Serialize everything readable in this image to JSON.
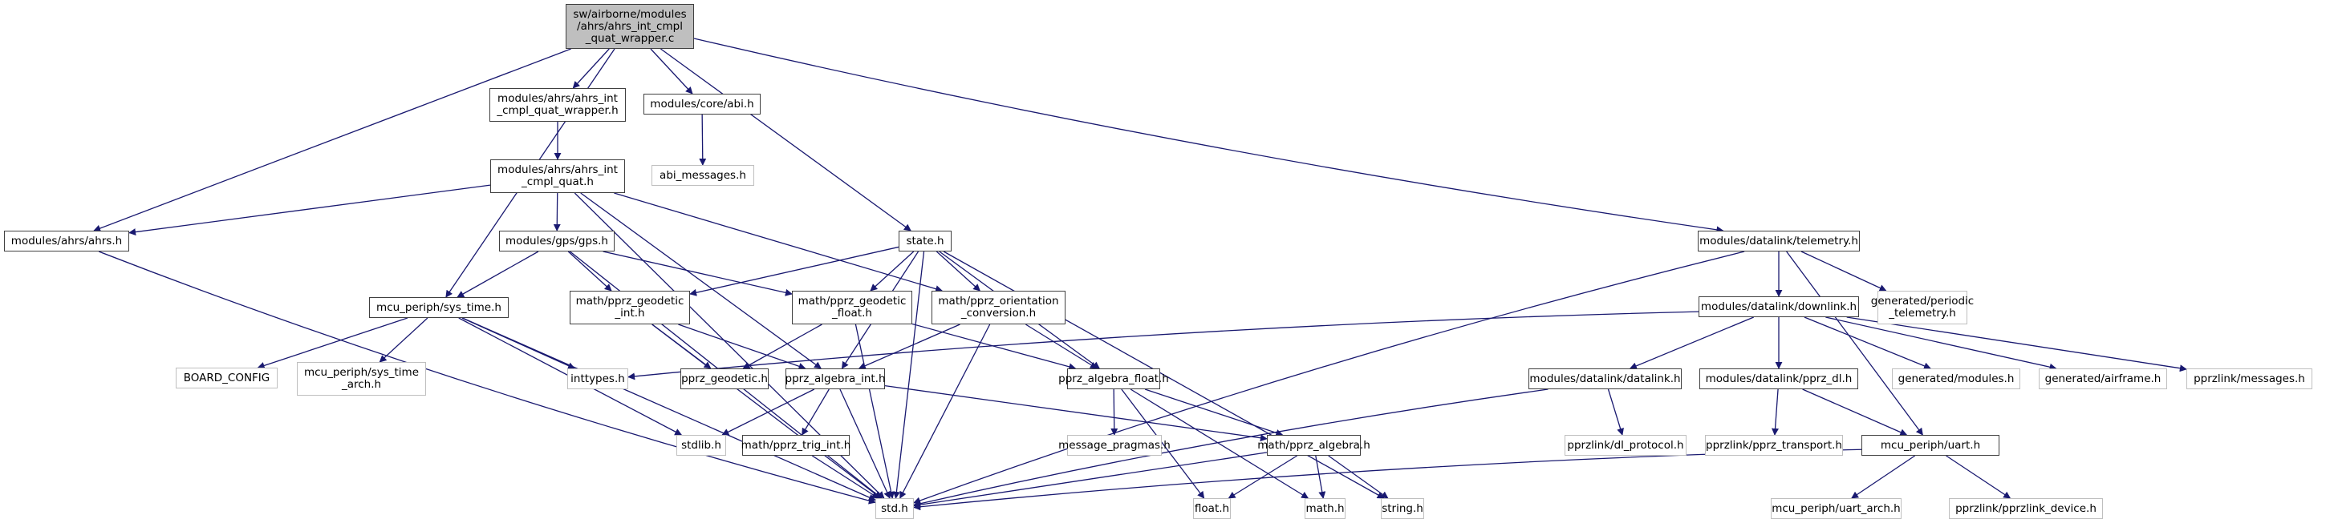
{
  "title": "sw/airborne/modules/ahrs/ahrs_int_cmpl_quat_wrapper.c",
  "colors": {
    "edge": "#191970",
    "node_border": "#404040",
    "external_border": "#bfbfbf",
    "root_fill": "#bfbfbf",
    "background": "#ffffff"
  },
  "nodes": [
    {
      "id": "root",
      "label": "sw/airborne/modules\n/ahrs/ahrs_int_cmpl\n_quat_wrapper.c",
      "kind": "root"
    },
    {
      "id": "wrapper_h",
      "label": "modules/ahrs/ahrs_int\n_cmpl_quat_wrapper.h",
      "kind": "solid"
    },
    {
      "id": "abi_h",
      "label": "modules/core/abi.h",
      "kind": "solid"
    },
    {
      "id": "abi_messages_h",
      "label": "abi_messages.h",
      "kind": "ext"
    },
    {
      "id": "cmpl_quat_h",
      "label": "modules/ahrs/ahrs_int\n_cmpl_quat.h",
      "kind": "solid"
    },
    {
      "id": "ahrs_h",
      "label": "modules/ahrs/ahrs.h",
      "kind": "solid"
    },
    {
      "id": "gps_h",
      "label": "modules/gps/gps.h",
      "kind": "solid"
    },
    {
      "id": "state_h",
      "label": "state.h",
      "kind": "solid"
    },
    {
      "id": "telemetry_h",
      "label": "modules/datalink/telemetry.h",
      "kind": "solid"
    },
    {
      "id": "sys_time_h",
      "label": "mcu_periph/sys_time.h",
      "kind": "solid"
    },
    {
      "id": "geodetic_int_h",
      "label": "math/pprz_geodetic\n_int.h",
      "kind": "solid"
    },
    {
      "id": "geodetic_float_h",
      "label": "math/pprz_geodetic\n_float.h",
      "kind": "solid"
    },
    {
      "id": "orientation_h",
      "label": "math/pprz_orientation\n_conversion.h",
      "kind": "solid"
    },
    {
      "id": "downlink_h",
      "label": "modules/datalink/downlink.h",
      "kind": "solid"
    },
    {
      "id": "periodic_tel_h",
      "label": "generated/periodic\n_telemetry.h",
      "kind": "ext"
    },
    {
      "id": "board_config",
      "label": "BOARD_CONFIG",
      "kind": "ext"
    },
    {
      "id": "sys_time_arch_h",
      "label": "mcu_periph/sys_time\n_arch.h",
      "kind": "ext"
    },
    {
      "id": "inttypes_h",
      "label": "inttypes.h",
      "kind": "ext"
    },
    {
      "id": "pprz_geodetic_h",
      "label": "pprz_geodetic.h",
      "kind": "solid"
    },
    {
      "id": "algebra_int_h",
      "label": "pprz_algebra_int.h",
      "kind": "solid"
    },
    {
      "id": "algebra_float_h",
      "label": "pprz_algebra_float.h",
      "kind": "solid"
    },
    {
      "id": "datalink_h",
      "label": "modules/datalink/datalink.h",
      "kind": "solid"
    },
    {
      "id": "pprz_dl_h",
      "label": "modules/datalink/pprz_dl.h",
      "kind": "solid"
    },
    {
      "id": "gen_modules_h",
      "label": "generated/modules.h",
      "kind": "ext"
    },
    {
      "id": "gen_airframe_h",
      "label": "generated/airframe.h",
      "kind": "ext"
    },
    {
      "id": "messages_h",
      "label": "pprzlink/messages.h",
      "kind": "ext"
    },
    {
      "id": "stdlib_h",
      "label": "stdlib.h",
      "kind": "ext"
    },
    {
      "id": "trig_int_h",
      "label": "math/pprz_trig_int.h",
      "kind": "solid"
    },
    {
      "id": "message_pragmas_h",
      "label": "message_pragmas.h",
      "kind": "ext"
    },
    {
      "id": "pprz_algebra_h",
      "label": "math/pprz_algebra.h",
      "kind": "solid"
    },
    {
      "id": "dl_protocol_h",
      "label": "pprzlink/dl_protocol.h",
      "kind": "ext"
    },
    {
      "id": "pprz_transport_h",
      "label": "pprzlink/pprz_transport.h",
      "kind": "ext"
    },
    {
      "id": "uart_h",
      "label": "mcu_periph/uart.h",
      "kind": "solid"
    },
    {
      "id": "std_h",
      "label": "std.h",
      "kind": "ext"
    },
    {
      "id": "float_h",
      "label": "float.h",
      "kind": "ext"
    },
    {
      "id": "math_h",
      "label": "math.h",
      "kind": "ext"
    },
    {
      "id": "string_h",
      "label": "string.h",
      "kind": "ext"
    },
    {
      "id": "uart_arch_h",
      "label": "mcu_periph/uart_arch.h",
      "kind": "ext"
    },
    {
      "id": "pprzlink_device_h",
      "label": "pprzlink/pprzlink_device.h",
      "kind": "ext"
    }
  ],
  "edges": [
    [
      "root",
      "wrapper_h"
    ],
    [
      "root",
      "abi_h"
    ],
    [
      "root",
      "ahrs_h"
    ],
    [
      "root",
      "sys_time_h"
    ],
    [
      "root",
      "state_h"
    ],
    [
      "root",
      "telemetry_h"
    ],
    [
      "wrapper_h",
      "cmpl_quat_h"
    ],
    [
      "abi_h",
      "abi_messages_h"
    ],
    [
      "cmpl_quat_h",
      "ahrs_h"
    ],
    [
      "cmpl_quat_h",
      "gps_h"
    ],
    [
      "cmpl_quat_h",
      "std_h"
    ],
    [
      "cmpl_quat_h",
      "algebra_int_h"
    ],
    [
      "cmpl_quat_h",
      "orientation_h"
    ],
    [
      "ahrs_h",
      "std_h"
    ],
    [
      "gps_h",
      "sys_time_h"
    ],
    [
      "gps_h",
      "geodetic_int_h"
    ],
    [
      "gps_h",
      "geodetic_float_h"
    ],
    [
      "gps_h",
      "std_h"
    ],
    [
      "state_h",
      "geodetic_int_h"
    ],
    [
      "state_h",
      "geodetic_float_h"
    ],
    [
      "state_h",
      "orientation_h"
    ],
    [
      "state_h",
      "algebra_int_h"
    ],
    [
      "state_h",
      "algebra_float_h"
    ],
    [
      "state_h",
      "std_h"
    ],
    [
      "state_h",
      "string_h"
    ],
    [
      "sys_time_h",
      "board_config"
    ],
    [
      "sys_time_h",
      "sys_time_arch_h"
    ],
    [
      "sys_time_h",
      "inttypes_h"
    ],
    [
      "sys_time_h",
      "stdlib_h"
    ],
    [
      "sys_time_h",
      "std_h"
    ],
    [
      "geodetic_int_h",
      "pprz_geodetic_h"
    ],
    [
      "geodetic_int_h",
      "algebra_int_h"
    ],
    [
      "geodetic_int_h",
      "std_h"
    ],
    [
      "geodetic_float_h",
      "pprz_geodetic_h"
    ],
    [
      "geodetic_float_h",
      "algebra_float_h"
    ],
    [
      "geodetic_float_h",
      "std_h"
    ],
    [
      "orientation_h",
      "algebra_int_h"
    ],
    [
      "orientation_h",
      "algebra_float_h"
    ],
    [
      "orientation_h",
      "std_h"
    ],
    [
      "telemetry_h",
      "downlink_h"
    ],
    [
      "telemetry_h",
      "periodic_tel_h"
    ],
    [
      "telemetry_h",
      "uart_h"
    ],
    [
      "telemetry_h",
      "std_h"
    ],
    [
      "downlink_h",
      "datalink_h"
    ],
    [
      "downlink_h",
      "pprz_dl_h"
    ],
    [
      "downlink_h",
      "gen_modules_h"
    ],
    [
      "downlink_h",
      "gen_airframe_h"
    ],
    [
      "downlink_h",
      "messages_h"
    ],
    [
      "downlink_h",
      "inttypes_h"
    ],
    [
      "algebra_int_h",
      "stdlib_h"
    ],
    [
      "algebra_int_h",
      "trig_int_h"
    ],
    [
      "algebra_int_h",
      "std_h"
    ],
    [
      "algebra_int_h",
      "pprz_algebra_h"
    ],
    [
      "algebra_float_h",
      "message_pragmas_h"
    ],
    [
      "algebra_float_h",
      "pprz_algebra_h"
    ],
    [
      "algebra_float_h",
      "float_h"
    ],
    [
      "algebra_float_h",
      "math_h"
    ],
    [
      "trig_int_h",
      "std_h"
    ],
    [
      "pprz_algebra_h",
      "std_h"
    ],
    [
      "pprz_algebra_h",
      "float_h"
    ],
    [
      "pprz_algebra_h",
      "math_h"
    ],
    [
      "pprz_algebra_h",
      "string_h"
    ],
    [
      "datalink_h",
      "dl_protocol_h"
    ],
    [
      "datalink_h",
      "std_h"
    ],
    [
      "pprz_dl_h",
      "pprz_transport_h"
    ],
    [
      "pprz_dl_h",
      "uart_h"
    ],
    [
      "uart_h",
      "uart_arch_h"
    ],
    [
      "uart_h",
      "pprzlink_device_h"
    ],
    [
      "uart_h",
      "std_h"
    ]
  ]
}
